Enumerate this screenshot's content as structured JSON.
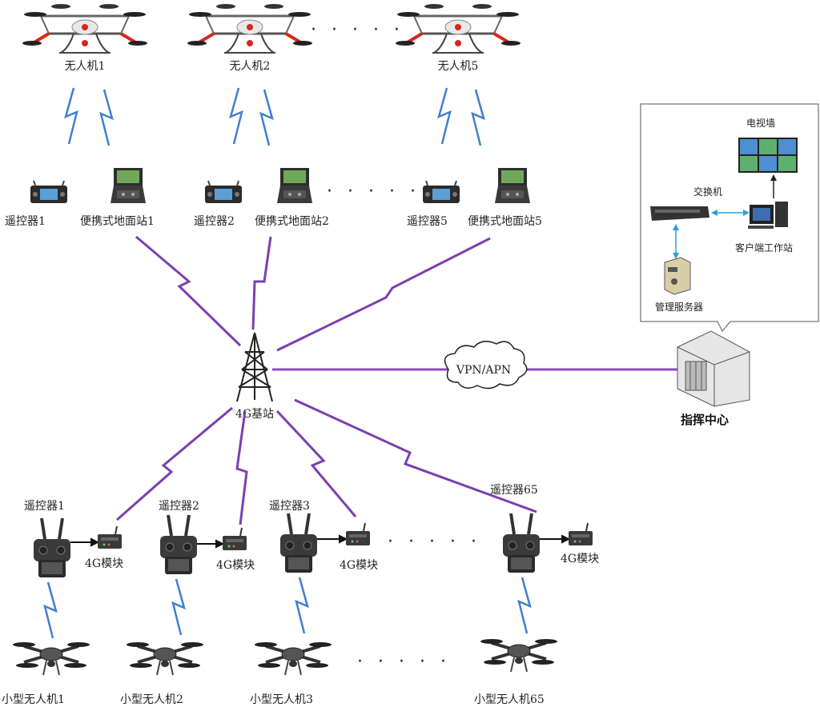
{
  "top": {
    "uavs": [
      "无人机1",
      "无人机2",
      "无人机5"
    ],
    "remotes": [
      "遥控器1",
      "遥控器2",
      "遥控器5"
    ],
    "stations": [
      "便携式地面站1",
      "便携式地面站2",
      "便携式地面站5"
    ]
  },
  "base_station": "4G基站",
  "vpn": "VPN/APN",
  "command_center": "指挥中心",
  "panel": {
    "tv_wall": "电视墙",
    "switch": "交换机",
    "workstation": "客户端工作站",
    "server": "管理服务器"
  },
  "bottom": {
    "remotes": [
      "遥控器1",
      "遥控器2",
      "遥控器3",
      "遥控器65"
    ],
    "module": "4G模块",
    "drones": [
      "小型无人机1",
      "小型无人机2",
      "小型无人机3",
      "小型无人机65"
    ]
  },
  "ellipsis": "· · · · ·",
  "colors": {
    "radio": "#7b3fb0",
    "wifi": "#3f7fd0",
    "link": "#8a4cbf",
    "rotor_red": "#d9251d"
  }
}
